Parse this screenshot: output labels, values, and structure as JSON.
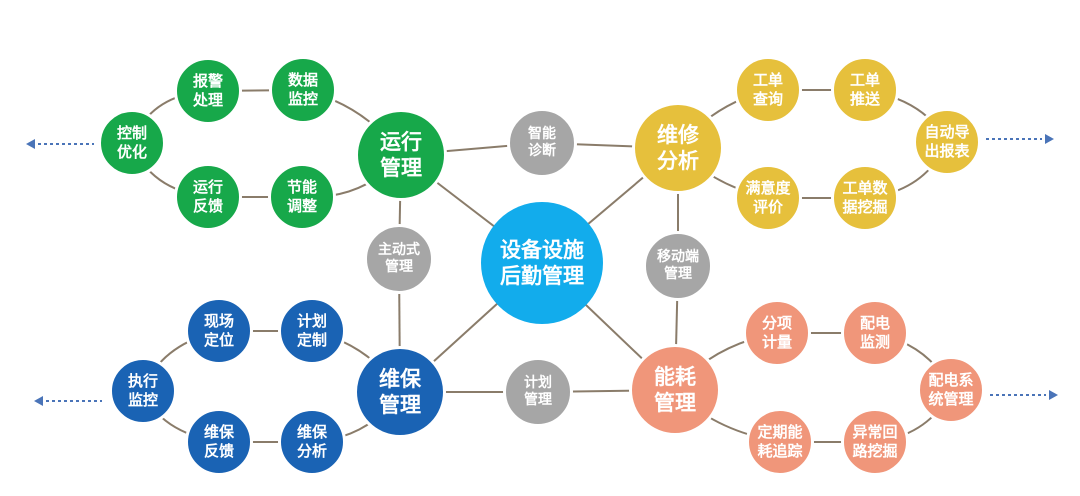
{
  "colors": {
    "green": "#17a84a",
    "yellow": "#e6c03c",
    "blue": "#1a63b4",
    "salmon": "#f0967a",
    "gray": "#a6a6a6",
    "cyan": "#12acec",
    "line": "#8a7c6a",
    "arrow": "#4a74b8"
  },
  "center": {
    "label": "设备设施\n后勤管理"
  },
  "hubs": {
    "ops": {
      "label": "运行\n管理"
    },
    "repair": {
      "label": "维修\n分析"
    },
    "maint": {
      "label": "维保\n管理"
    },
    "energy": {
      "label": "能耗\n管理"
    }
  },
  "mids": {
    "diagnosis": {
      "label": "智能\n诊断"
    },
    "proactive": {
      "label": "主动式\n管理"
    },
    "mobile": {
      "label": "移动端\n管理"
    },
    "plan": {
      "label": "计划\n管理"
    }
  },
  "ops_ring": {
    "alarm": "报警\n处理",
    "monitor": "数据\n监控",
    "control": "控制\n优化",
    "feedback": "运行\n反馈",
    "tuning": "节能\n调整"
  },
  "repair_ring": {
    "query": "工单\n查询",
    "push": "工单\n推送",
    "report": "自动导\n出报表",
    "satisfaction": "满意度\n评价",
    "mining": "工单数\n据挖掘"
  },
  "maint_ring": {
    "locate": "现场\n定位",
    "planmake": "计划\n定制",
    "execute": "执行\n监控",
    "feedback": "维保\n反馈",
    "analysis": "维保\n分析"
  },
  "energy_ring": {
    "submeter": "分项\n计量",
    "powermon": "配电\n监测",
    "powersys": "配电系\n统管理",
    "periodic": "定期能\n耗追踪",
    "loopmining": "异常回\n路挖掘"
  }
}
